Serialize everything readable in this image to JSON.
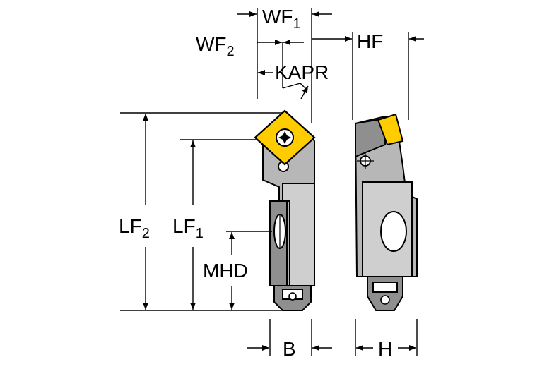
{
  "labels": {
    "wf1_main": "WF",
    "wf1_sub": "1",
    "wf2_main": "WF",
    "wf2_sub": "2",
    "hf": "HF",
    "kapr": "KAPR",
    "lf2_main": "LF",
    "lf2_sub": "2",
    "lf1_main": "LF",
    "lf1_sub": "1",
    "mhd": "MHD",
    "b": "B",
    "h": "H"
  },
  "colors": {
    "insert": "#ffcc00",
    "body": "#b7b7b7",
    "body_dark": "#8f8f8f",
    "lines": "#000000"
  }
}
